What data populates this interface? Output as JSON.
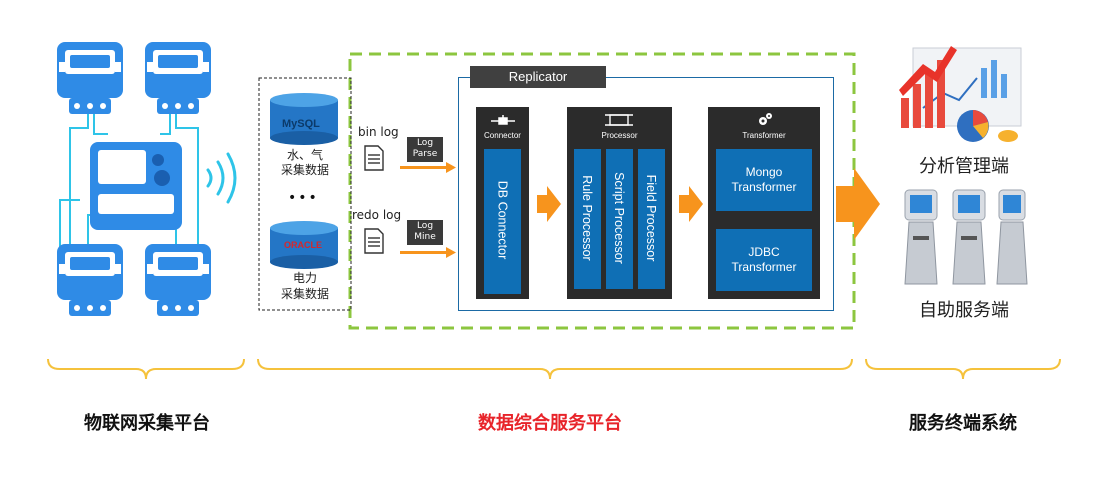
{
  "colors": {
    "meter_blue": "#2f8be6",
    "wire_cyan": "#2ec4e8",
    "dash_green": "#8cc63f",
    "arrow_orange": "#f7941d",
    "dark_panel": "#2b2b2b",
    "box_blue": "#0f6fb5",
    "frame_blue": "#1b6aa5",
    "brace_yellow": "#f5c23c",
    "red_caption": "#e8242a"
  },
  "icons": [
    "meter-icon",
    "gateway-icon",
    "wireless-signal-icon",
    "database-icon",
    "document-icon",
    "plug-icon",
    "gear-icon",
    "analytics-dashboard-icon",
    "kiosk-icon"
  ],
  "sources": {
    "mysql": {
      "logo": "MySQL",
      "label_line1": "水、气",
      "label_line2": "采集数据"
    },
    "ellipsis": "•••",
    "oracle": {
      "logo": "ORACLE",
      "label_line1": "电力",
      "label_line2": "采集数据"
    }
  },
  "logs": {
    "bin_log": "bin log",
    "redo_log": "redo log",
    "log_parse": [
      "Log",
      "Parse"
    ],
    "log_mine": [
      "Log",
      "Mine"
    ]
  },
  "replicator": {
    "title": "Replicator",
    "connector": {
      "caption": "Connector",
      "bar": "DB Connector"
    },
    "processor": {
      "caption": "Processor",
      "bars": [
        "Rule Processor",
        "Script Processor",
        "Field Processor"
      ]
    },
    "transformer": {
      "caption": "Transformer",
      "boxes": [
        [
          "Mongo",
          "Transformer"
        ],
        [
          "JDBC",
          "Transformer"
        ]
      ]
    }
  },
  "terminals": {
    "analysis": "分析管理端",
    "self_service": "自助服务端"
  },
  "captions": {
    "iot": "物联网采集平台",
    "data_service": "数据综合服务平台",
    "terminal_system": "服务终端系统"
  }
}
